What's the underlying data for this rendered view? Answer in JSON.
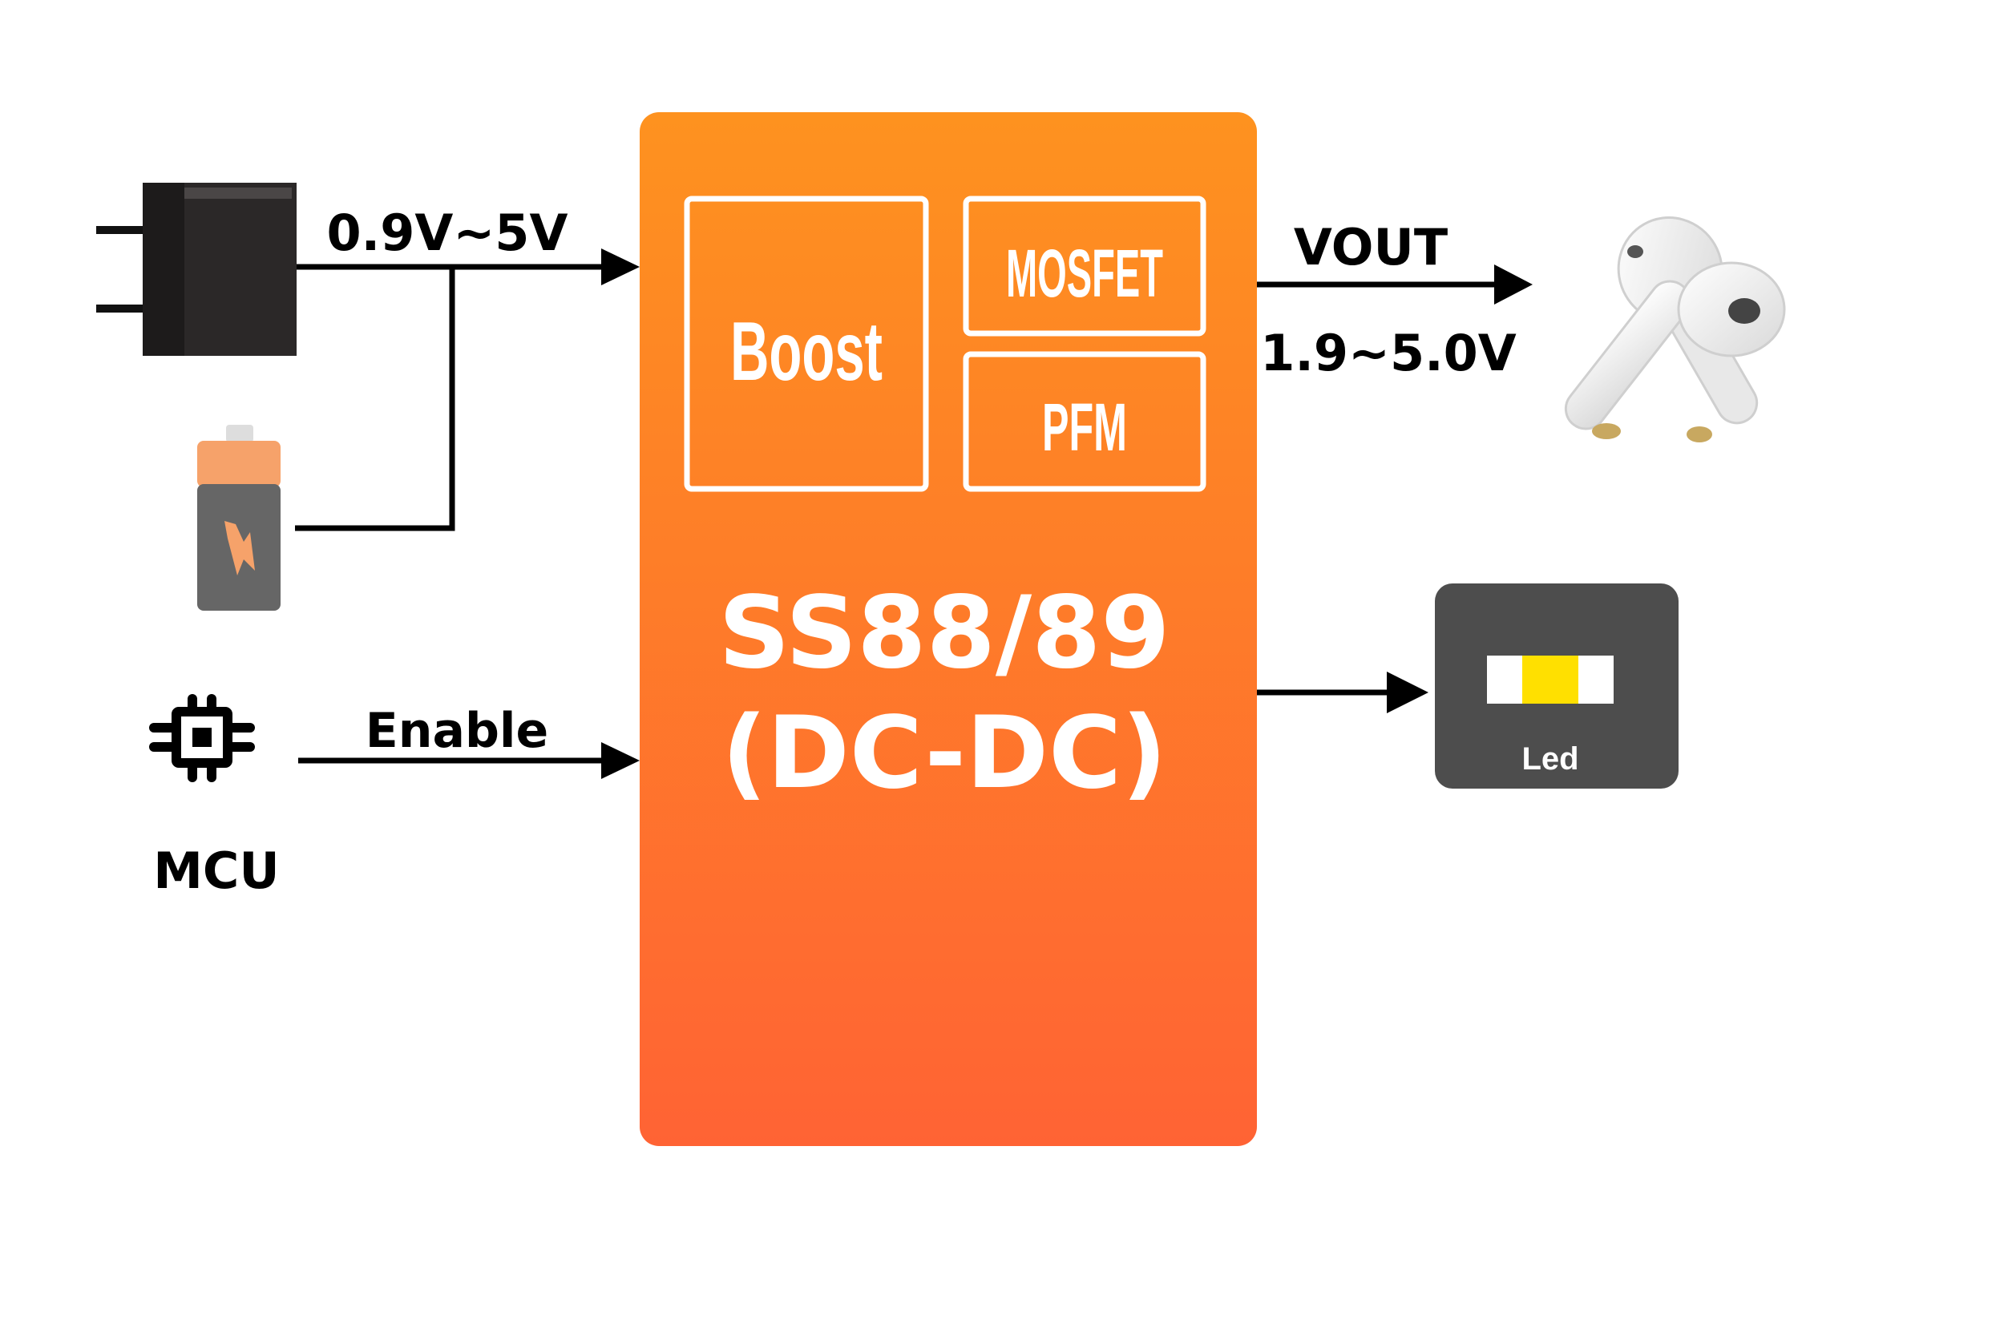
{
  "inputs": {
    "voltage_label": "0.9V~5V",
    "enable_label": "Enable",
    "mcu_label": "MCU"
  },
  "chip": {
    "title_line1": "SS88/89",
    "title_line2": "(DC-DC)",
    "blocks": {
      "boost": "Boost",
      "mosfet": "MOSFET",
      "pfm": "PFM"
    },
    "gradient_top": "#FE921F",
    "gradient_bottom": "#FF6334"
  },
  "outputs": {
    "vout_label": "VOUT",
    "vout_range": "1.9~5.0V",
    "led_label": "Led"
  },
  "colors": {
    "line": "#000000",
    "battery_top": "#F6A26A",
    "battery_body": "#666666",
    "battery_bolt": "#F6A26A",
    "led_panel": "#4D4D4D",
    "led_emitter": "#FFE000",
    "adapter": "#2B2828"
  }
}
